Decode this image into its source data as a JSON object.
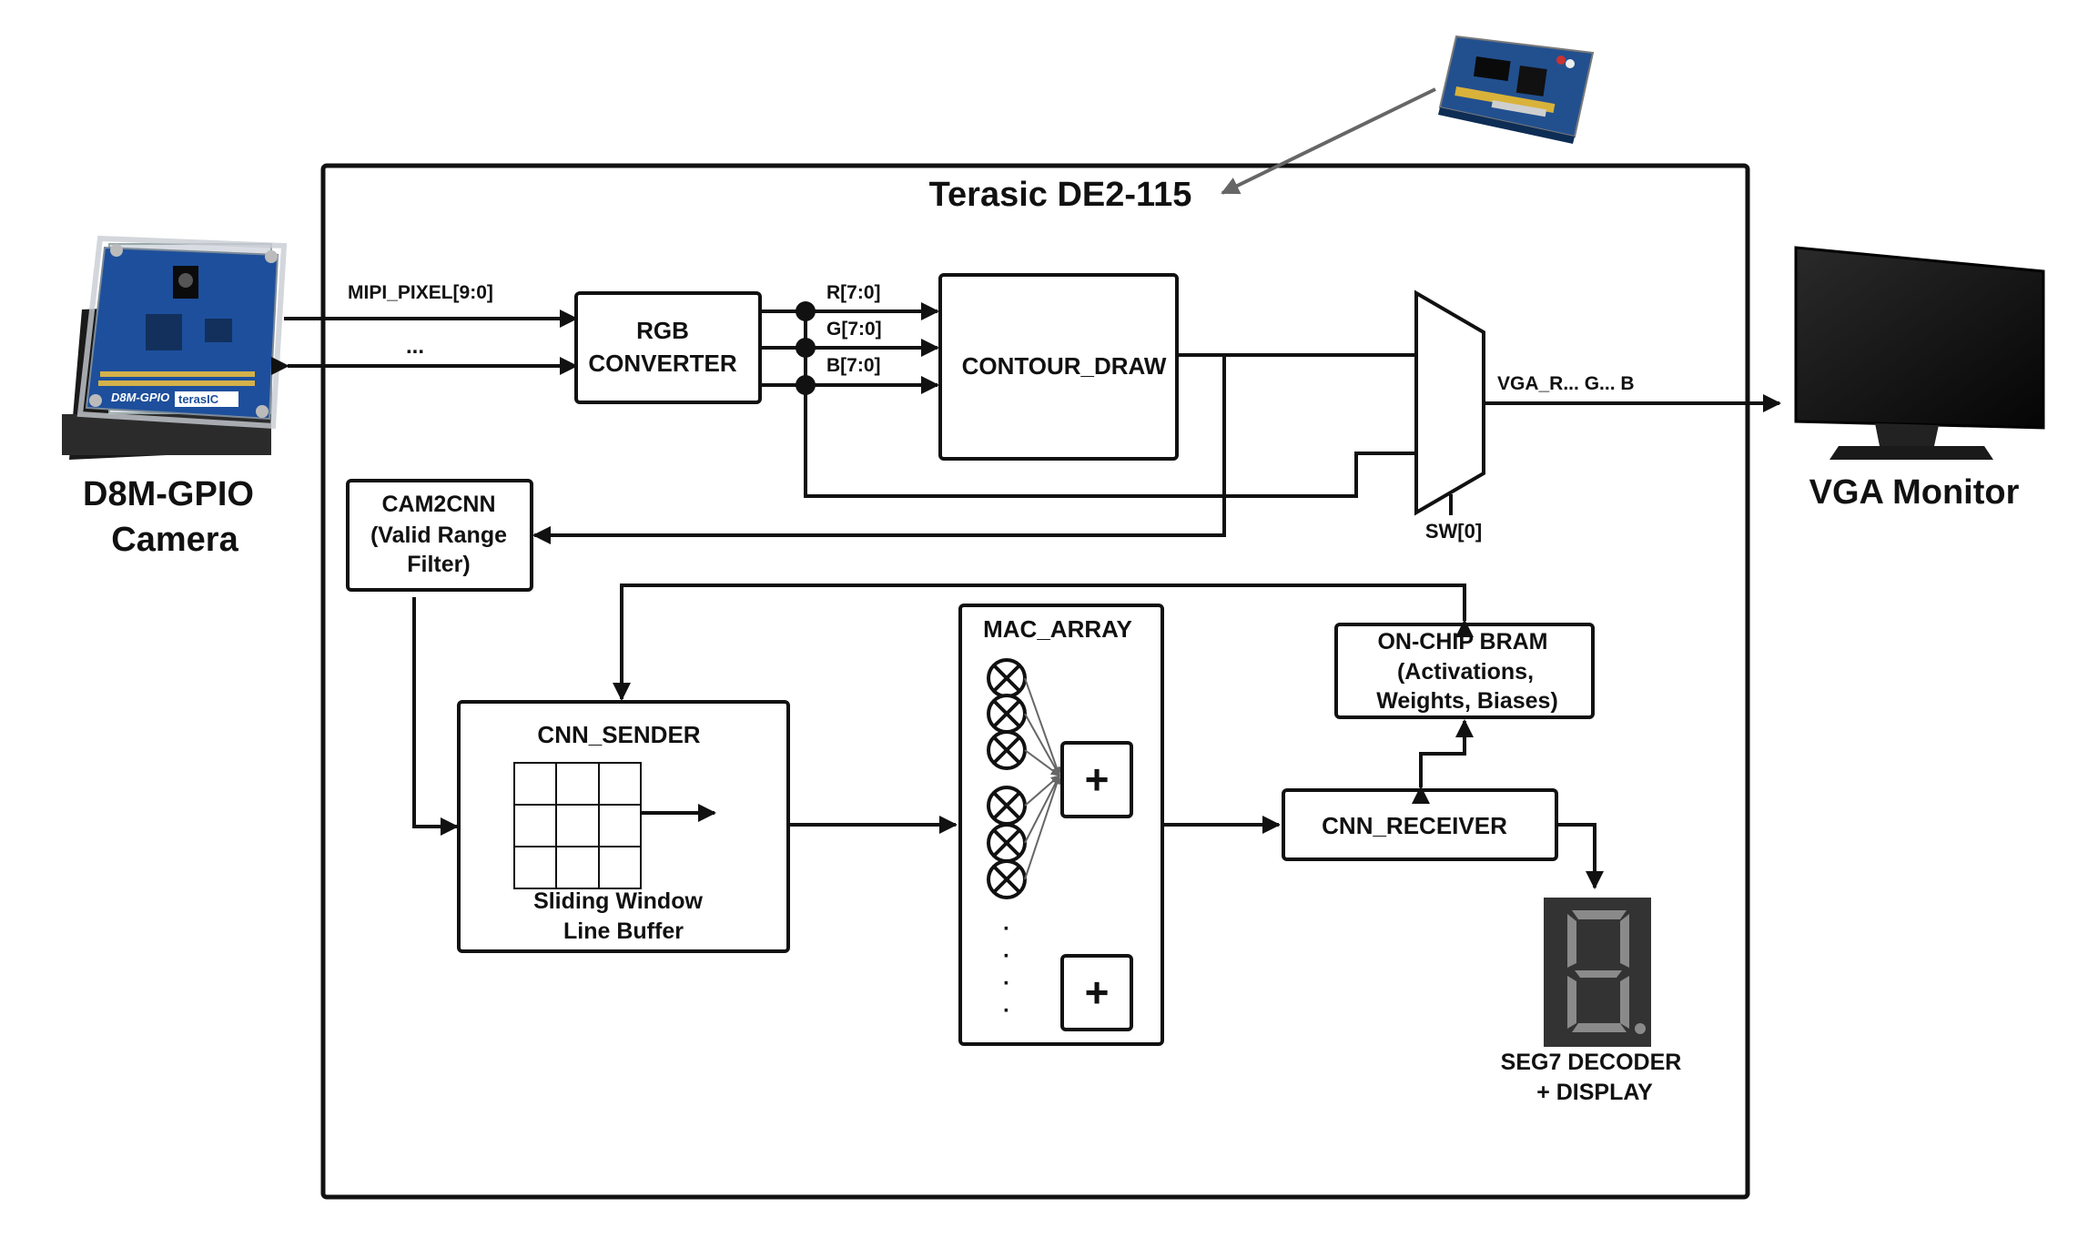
{
  "board": {
    "title": "Terasic DE2-115"
  },
  "camera": {
    "line1": "D8M-GPIO",
    "line2": "Camera",
    "pcb_text": "D8M-GPIO",
    "brand_text": "terasIC"
  },
  "monitor": {
    "label": "VGA Monitor"
  },
  "signals": {
    "mipi": "MIPI_PIXEL[9:0]",
    "dots": "...",
    "r": "R[7:0]",
    "g": "G[7:0]",
    "b": "B[7:0]",
    "vga": "VGA_R... G... B",
    "sw": "SW[0]"
  },
  "blocks": {
    "rgb": {
      "line1": "RGB",
      "line2": "CONVERTER"
    },
    "contour": {
      "label": "CONTOUR_DRAW"
    },
    "cam2cnn": {
      "line1": "CAM2CNN",
      "line2": "(Valid Range",
      "line3": "Filter)"
    },
    "sender": {
      "title": "CNN_SENDER",
      "caption1": "Sliding Window",
      "caption2": "Line Buffer"
    },
    "mac": {
      "title": "MAC_ARRAY",
      "plus": "+",
      "ellipsis": "·"
    },
    "bram": {
      "line1": "ON-CHIP BRAM",
      "line2": "(Activations,",
      "line3": "Weights, Biases)"
    },
    "receiver": {
      "label": "CNN_RECEIVER"
    },
    "seg7": {
      "line1": "SEG7 DECODER",
      "line2": "+ DISPLAY"
    }
  },
  "colors": {
    "line": "#111111",
    "board_pcb": "#1d4f9c",
    "monitor": "#151515",
    "seg_body": "#333333",
    "seg_segment": "#8a8a8a"
  }
}
